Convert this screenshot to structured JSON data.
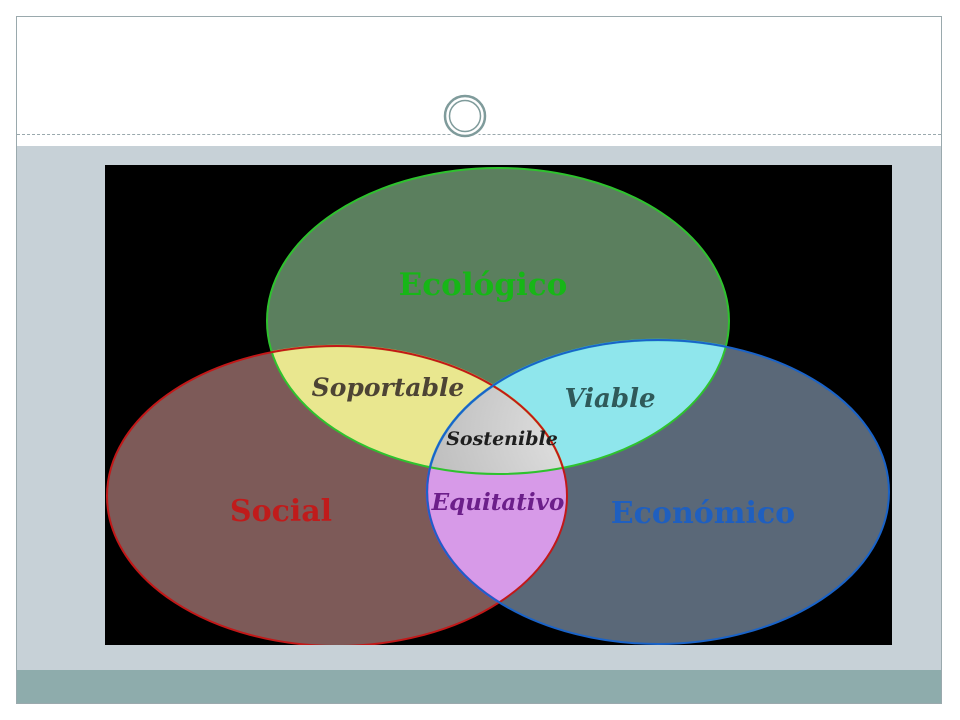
{
  "diagram": {
    "circles": {
      "ecologico": {
        "label": "Ecológico",
        "fill": "#5b7f5e",
        "stroke": "#2ec22e",
        "text_color": "#17b617"
      },
      "social": {
        "label": "Social",
        "fill": "#7d5a58",
        "stroke": "#c21818",
        "text_color": "#c01b1b"
      },
      "economico": {
        "label": "Económico",
        "fill": "#5a6878",
        "stroke": "#1a63c8",
        "text_color": "#1f5fbf"
      }
    },
    "intersections": {
      "soportable": {
        "label": "Soportable",
        "fill": "#e9e78f",
        "stroke": "#c9c24a",
        "text_color": "#4d4434"
      },
      "viable": {
        "label": "Viable",
        "fill": "#8fe6ec",
        "stroke": "#2fc4cf",
        "text_color": "#2f5a5a"
      },
      "equitativo": {
        "label": "Equitativo",
        "fill": "#d79ae8",
        "stroke": "#9c2fc3",
        "text_color": "#6c1f8a"
      },
      "sostenible": {
        "label": "Sostenible",
        "fill": "#d9d9d9",
        "stroke": "#8a8a8a",
        "text_color": "#1e1e1e"
      }
    },
    "background": "#000000"
  },
  "theme": {
    "content_band": "#c7d1d7",
    "footer_band": "#8eacac",
    "ornament_ring": "#7f9b9b"
  }
}
